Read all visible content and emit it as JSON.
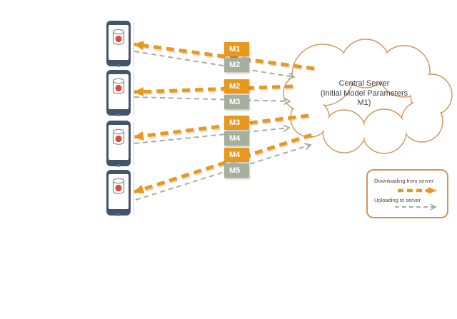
{
  "cloud": {
    "line1": "Central Server",
    "line2": "(Initial Model Parameters",
    "line3": "M1)"
  },
  "model_pairs": [
    {
      "download": "M1",
      "upload": "M2"
    },
    {
      "download": "M2",
      "upload": "M3"
    },
    {
      "download": "M3",
      "upload": "M4"
    },
    {
      "download": "M4",
      "upload": "M5"
    }
  ],
  "legend": {
    "download_label": "Downloading from server",
    "upload_label": "Uploading to server"
  },
  "devices_count": "4",
  "colors": {
    "download_orange": "#E8981D",
    "upload_gray_green": "#A6AF9E",
    "phone_frame": "#44546A",
    "data_dot_red": "#E04B35",
    "cloud_outline": "#D0945C",
    "text_dark": "#3C3C3C"
  }
}
